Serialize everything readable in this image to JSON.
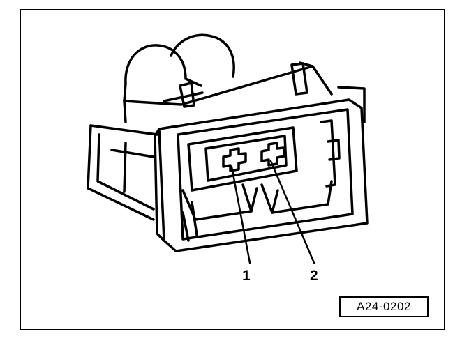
{
  "callouts": [
    {
      "label": "1"
    },
    {
      "label": "2"
    }
  ],
  "figure_id": "A24-0202",
  "colors": {
    "line": "#000000",
    "background": "#ffffff"
  }
}
